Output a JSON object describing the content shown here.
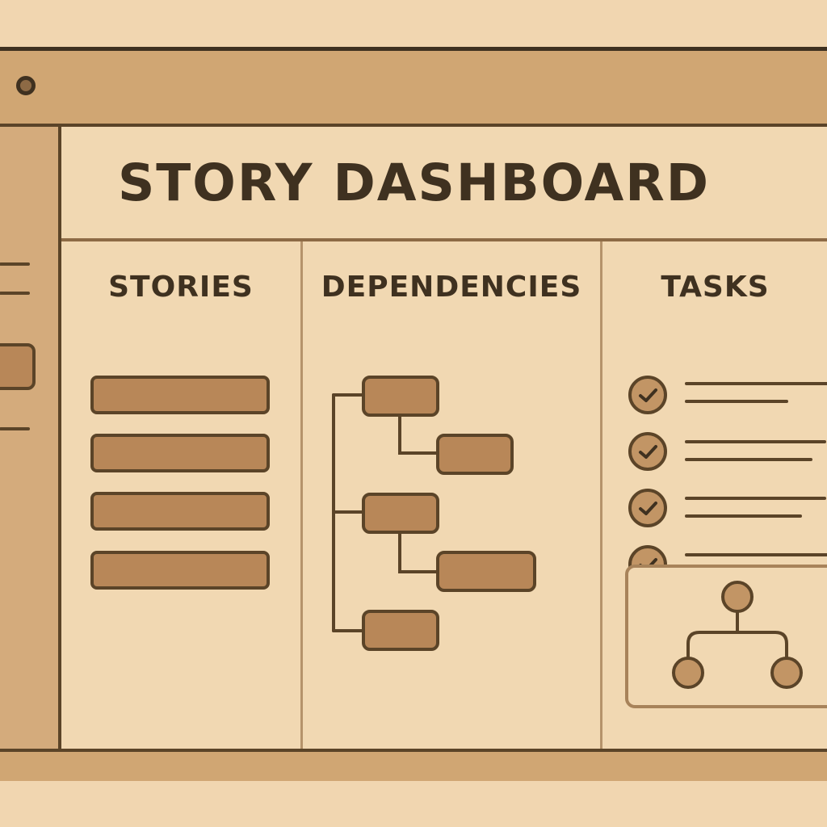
{
  "app": {
    "title": "STORY DASHBOARD"
  },
  "columns": {
    "stories": {
      "heading": "STORIES",
      "card_count": 4
    },
    "dependencies": {
      "heading": "DEPENDENCIES"
    },
    "tasks": {
      "heading": "TASKS",
      "completed": 4,
      "total": 4
    }
  },
  "icons": {
    "window": "window-control-dot-icon",
    "task": "checkmark-circle-icon",
    "hierarchy": "hierarchy-tree-icon"
  },
  "colors": {
    "background": "#f1d6b0",
    "accent": "#d0a673",
    "card": "#b88758",
    "ink": "#3f3120"
  }
}
